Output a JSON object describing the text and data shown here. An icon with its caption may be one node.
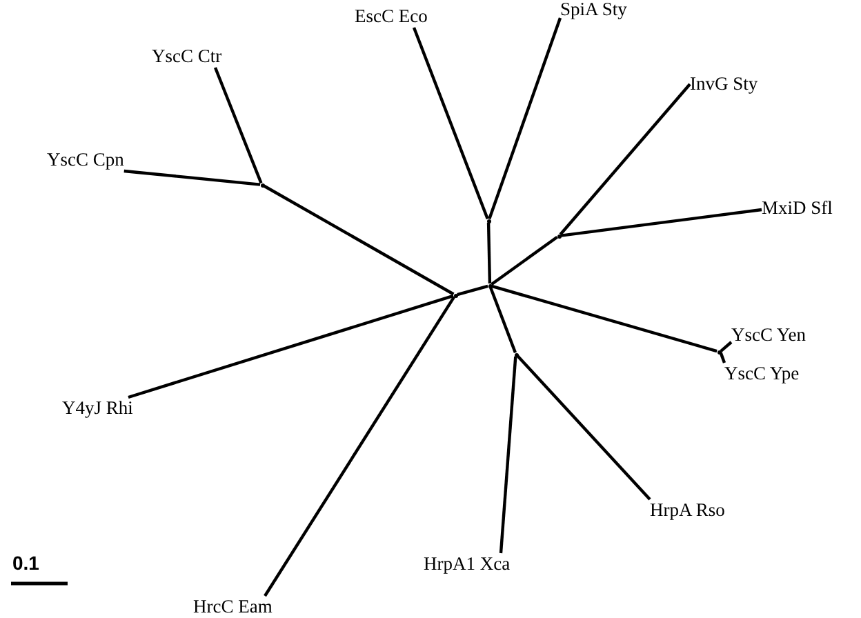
{
  "diagram": {
    "nodes": [
      {
        "text": [
          "SpiA Sty"
        ]
      },
      {
        "text": [
          "EscC Eco"
        ]
      },
      {
        "text": [
          "YscC Ctr"
        ]
      },
      {
        "text": [
          "InvG Sty"
        ]
      },
      {
        "text": [
          "YscC Cpn"
        ]
      },
      {
        "text": [
          "MxiD Sfl"
        ]
      },
      {
        "text": [
          "YscC Yen"
        ]
      },
      {
        "text": [
          "YscC Ype"
        ]
      },
      {
        "text": [
          "Y4yJ Rhi"
        ]
      },
      {
        "text": [
          "HrpA Rso"
        ]
      },
      {
        "text": [
          "HrpA1 Xca"
        ]
      },
      {
        "text": [
          "HrcC Eam"
        ]
      },
      {
        "text": [],
        "shape": "point"
      },
      {
        "text": [],
        "shape": "point"
      },
      {
        "text": [],
        "shape": "point"
      },
      {
        "text": [],
        "shape": "point"
      },
      {
        "text": [],
        "shape": "point"
      },
      {
        "text": [],
        "shape": "point"
      },
      {
        "text": [],
        "shape": "point"
      }
    ],
    "edges": [
      {
        "from": 13,
        "to": 12,
        "arrow": "none"
      },
      {
        "from": 13,
        "to": 14,
        "arrow": "none"
      },
      {
        "from": 14,
        "to": 2,
        "arrow": "none"
      },
      {
        "from": 14,
        "to": 4,
        "arrow": "none"
      },
      {
        "from": 13,
        "to": 8,
        "arrow": "none"
      },
      {
        "from": 13,
        "to": 11,
        "arrow": "none"
      },
      {
        "from": 12,
        "to": 15,
        "arrow": "none"
      },
      {
        "from": 15,
        "to": 1,
        "arrow": "none"
      },
      {
        "from": 15,
        "to": 0,
        "arrow": "none"
      },
      {
        "from": 12,
        "to": 16,
        "arrow": "none"
      },
      {
        "from": 16,
        "to": 3,
        "arrow": "none"
      },
      {
        "from": 16,
        "to": 5,
        "arrow": "none"
      },
      {
        "from": 12,
        "to": 18,
        "arrow": "none"
      },
      {
        "from": 18,
        "to": 6,
        "arrow": "none"
      },
      {
        "from": 18,
        "to": 7,
        "arrow": "none"
      },
      {
        "from": 12,
        "to": 17,
        "arrow": "none"
      },
      {
        "from": 17,
        "to": 10,
        "arrow": "none"
      },
      {
        "from": 17,
        "to": 9,
        "arrow": "none"
      }
    ],
    "labels": [
      "0.1"
    ]
  }
}
